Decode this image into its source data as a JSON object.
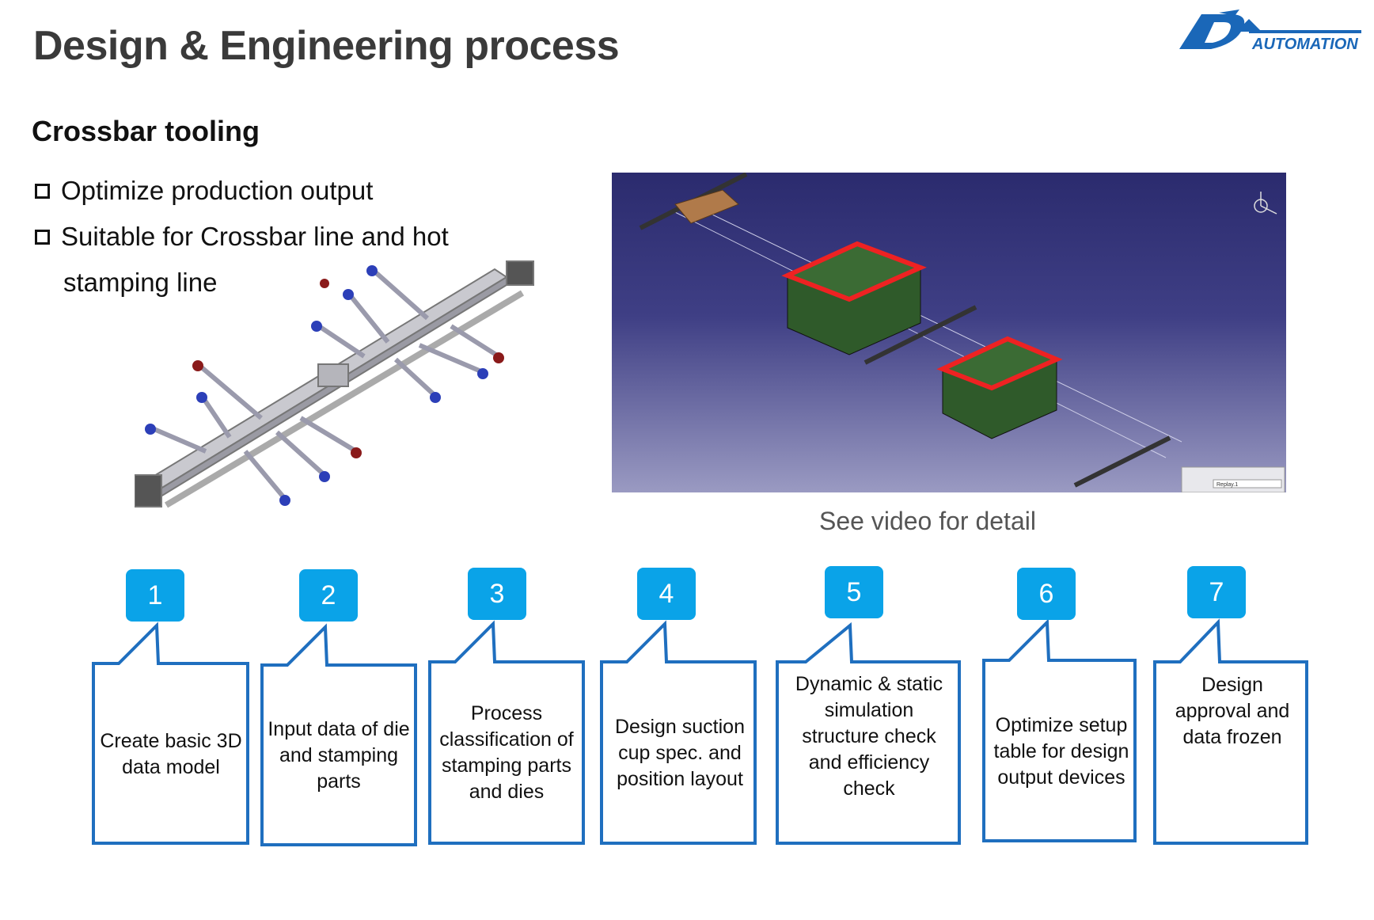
{
  "header": {
    "title": "Design & Engineering process",
    "logo_text": "AUTOMATION"
  },
  "section": {
    "subtitle": "Crossbar tooling",
    "bullets": [
      {
        "line1": "Optimize production output",
        "line2": ""
      },
      {
        "line1": "Suitable for Crossbar line and hot",
        "line2": "stamping line"
      }
    ]
  },
  "media": {
    "caption": "See video for detail",
    "viewer_panel_text": "Replay.1"
  },
  "steps": [
    {
      "num": "1",
      "label": "Create basic 3D data model"
    },
    {
      "num": "2",
      "label": "Input data of die and stamping parts"
    },
    {
      "num": "3",
      "label": "Process classification of stamping parts and dies"
    },
    {
      "num": "4",
      "label": "Design suction cup spec. and position layout"
    },
    {
      "num": "5",
      "label": "Dynamic & static simulation structure check and efficiency check"
    },
    {
      "num": "6",
      "label": "Optimize setup table for design output devices"
    },
    {
      "num": "7",
      "label": "Design approval and data frozen"
    }
  ],
  "colors": {
    "accent": "#0aa3e8",
    "callout_border": "#1f6fbf",
    "logo_blue": "#1a67b8"
  }
}
